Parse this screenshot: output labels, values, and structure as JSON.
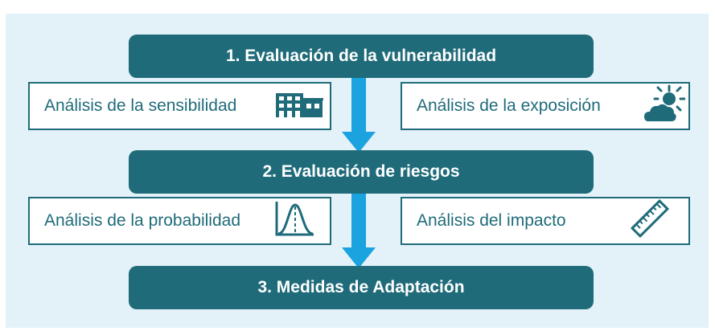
{
  "stages": [
    {
      "label": "1. Evaluación de la vulnerabilidad"
    },
    {
      "label": "2. Evaluación de riesgos"
    },
    {
      "label": "3. Medidas de Adaptación"
    }
  ],
  "analyses": {
    "sensitivity": {
      "label": "Análisis de la sensibilidad",
      "icon": "building-icon"
    },
    "exposure": {
      "label": "Análisis de la exposición",
      "icon": "weather-sun-cloud-icon"
    },
    "probability": {
      "label": "Análisis de la probabilidad",
      "icon": "bell-curve-icon"
    },
    "impact": {
      "label": "Análisis del impacto",
      "icon": "ruler-icon"
    }
  },
  "colors": {
    "stage_bg": "#1f6b7a",
    "panel_bg": "#e3f1f8",
    "arrow": "#1aa3df",
    "text": "#1f6b7a"
  }
}
